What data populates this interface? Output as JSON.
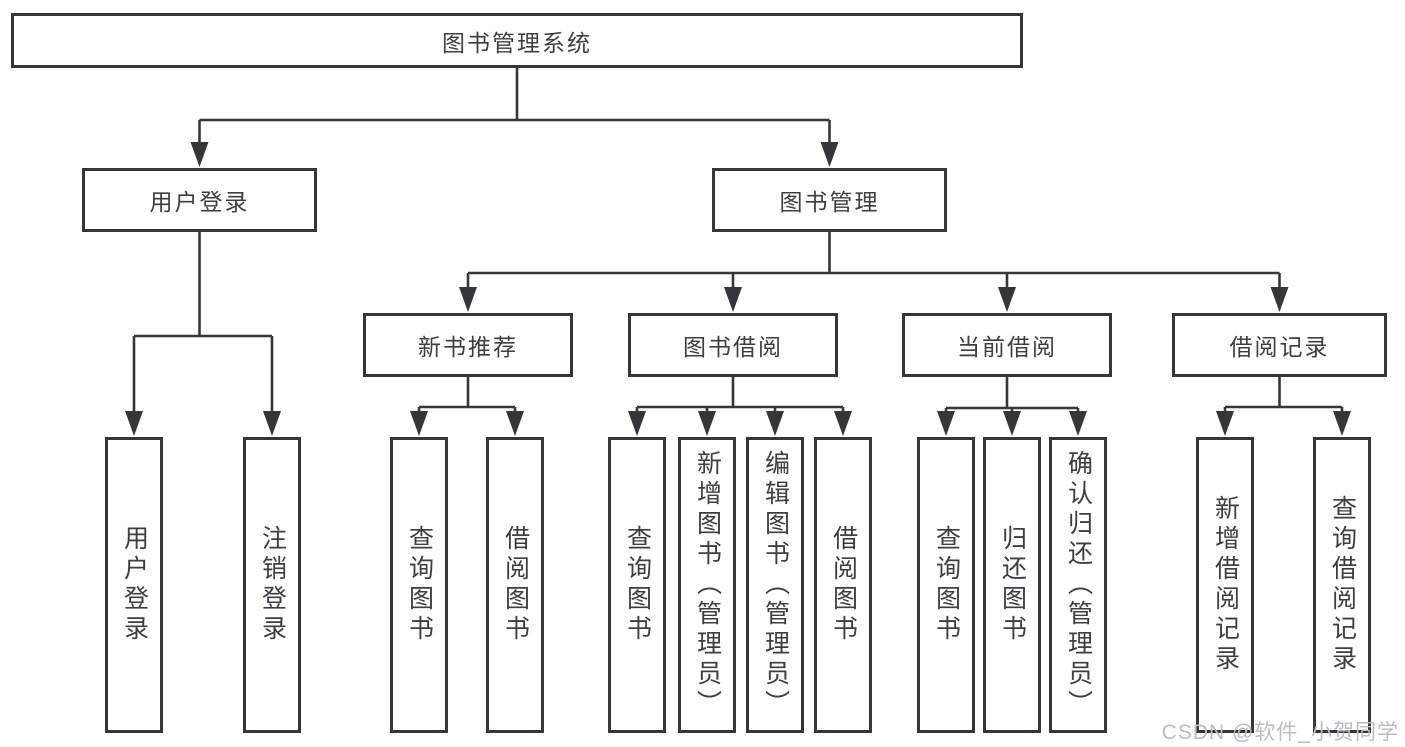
{
  "diagram": {
    "root": "图书管理系统",
    "level2": {
      "user_login": "用户登录",
      "book_mgmt": "图书管理"
    },
    "level3": {
      "new_book_rec": "新书推荐",
      "book_borrow": "图书借阅",
      "current_borrow": "当前借阅",
      "borrow_record": "借阅记录"
    },
    "leaves": {
      "user_login": "用户登录",
      "logout": "注销登录",
      "rec_query_book": "查询图书",
      "rec_borrow_book": "借阅图书",
      "bor_query_book": "查询图书",
      "bor_add_book": "新增图书（管理员）",
      "bor_edit_book": "编辑图书（管理员）",
      "bor_borrow_book": "借阅图书",
      "cur_query_book": "查询图书",
      "cur_return_book": "归还图书",
      "cur_confirm_return": "确认归还（管理员）",
      "rec2_add_record": "新增借阅记录",
      "rec2_query_record": "查询借阅记录"
    }
  },
  "watermark": "CSDN @软件_小贺同学",
  "colors": {
    "line": "#35363a",
    "text": "#3d3e44",
    "watermark": "#b9bdc4",
    "background": "#ffffff"
  }
}
